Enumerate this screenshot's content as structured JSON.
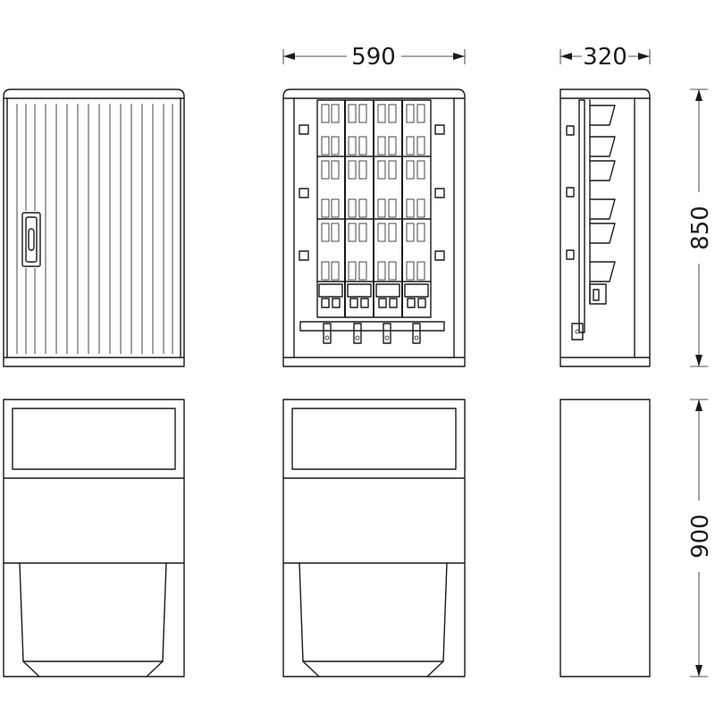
{
  "dimensions": {
    "width": "590",
    "depth": "320",
    "height_upper": "850",
    "height_lower": "900"
  },
  "colors": {
    "stroke": "#1a1a1a",
    "background": "#ffffff"
  }
}
